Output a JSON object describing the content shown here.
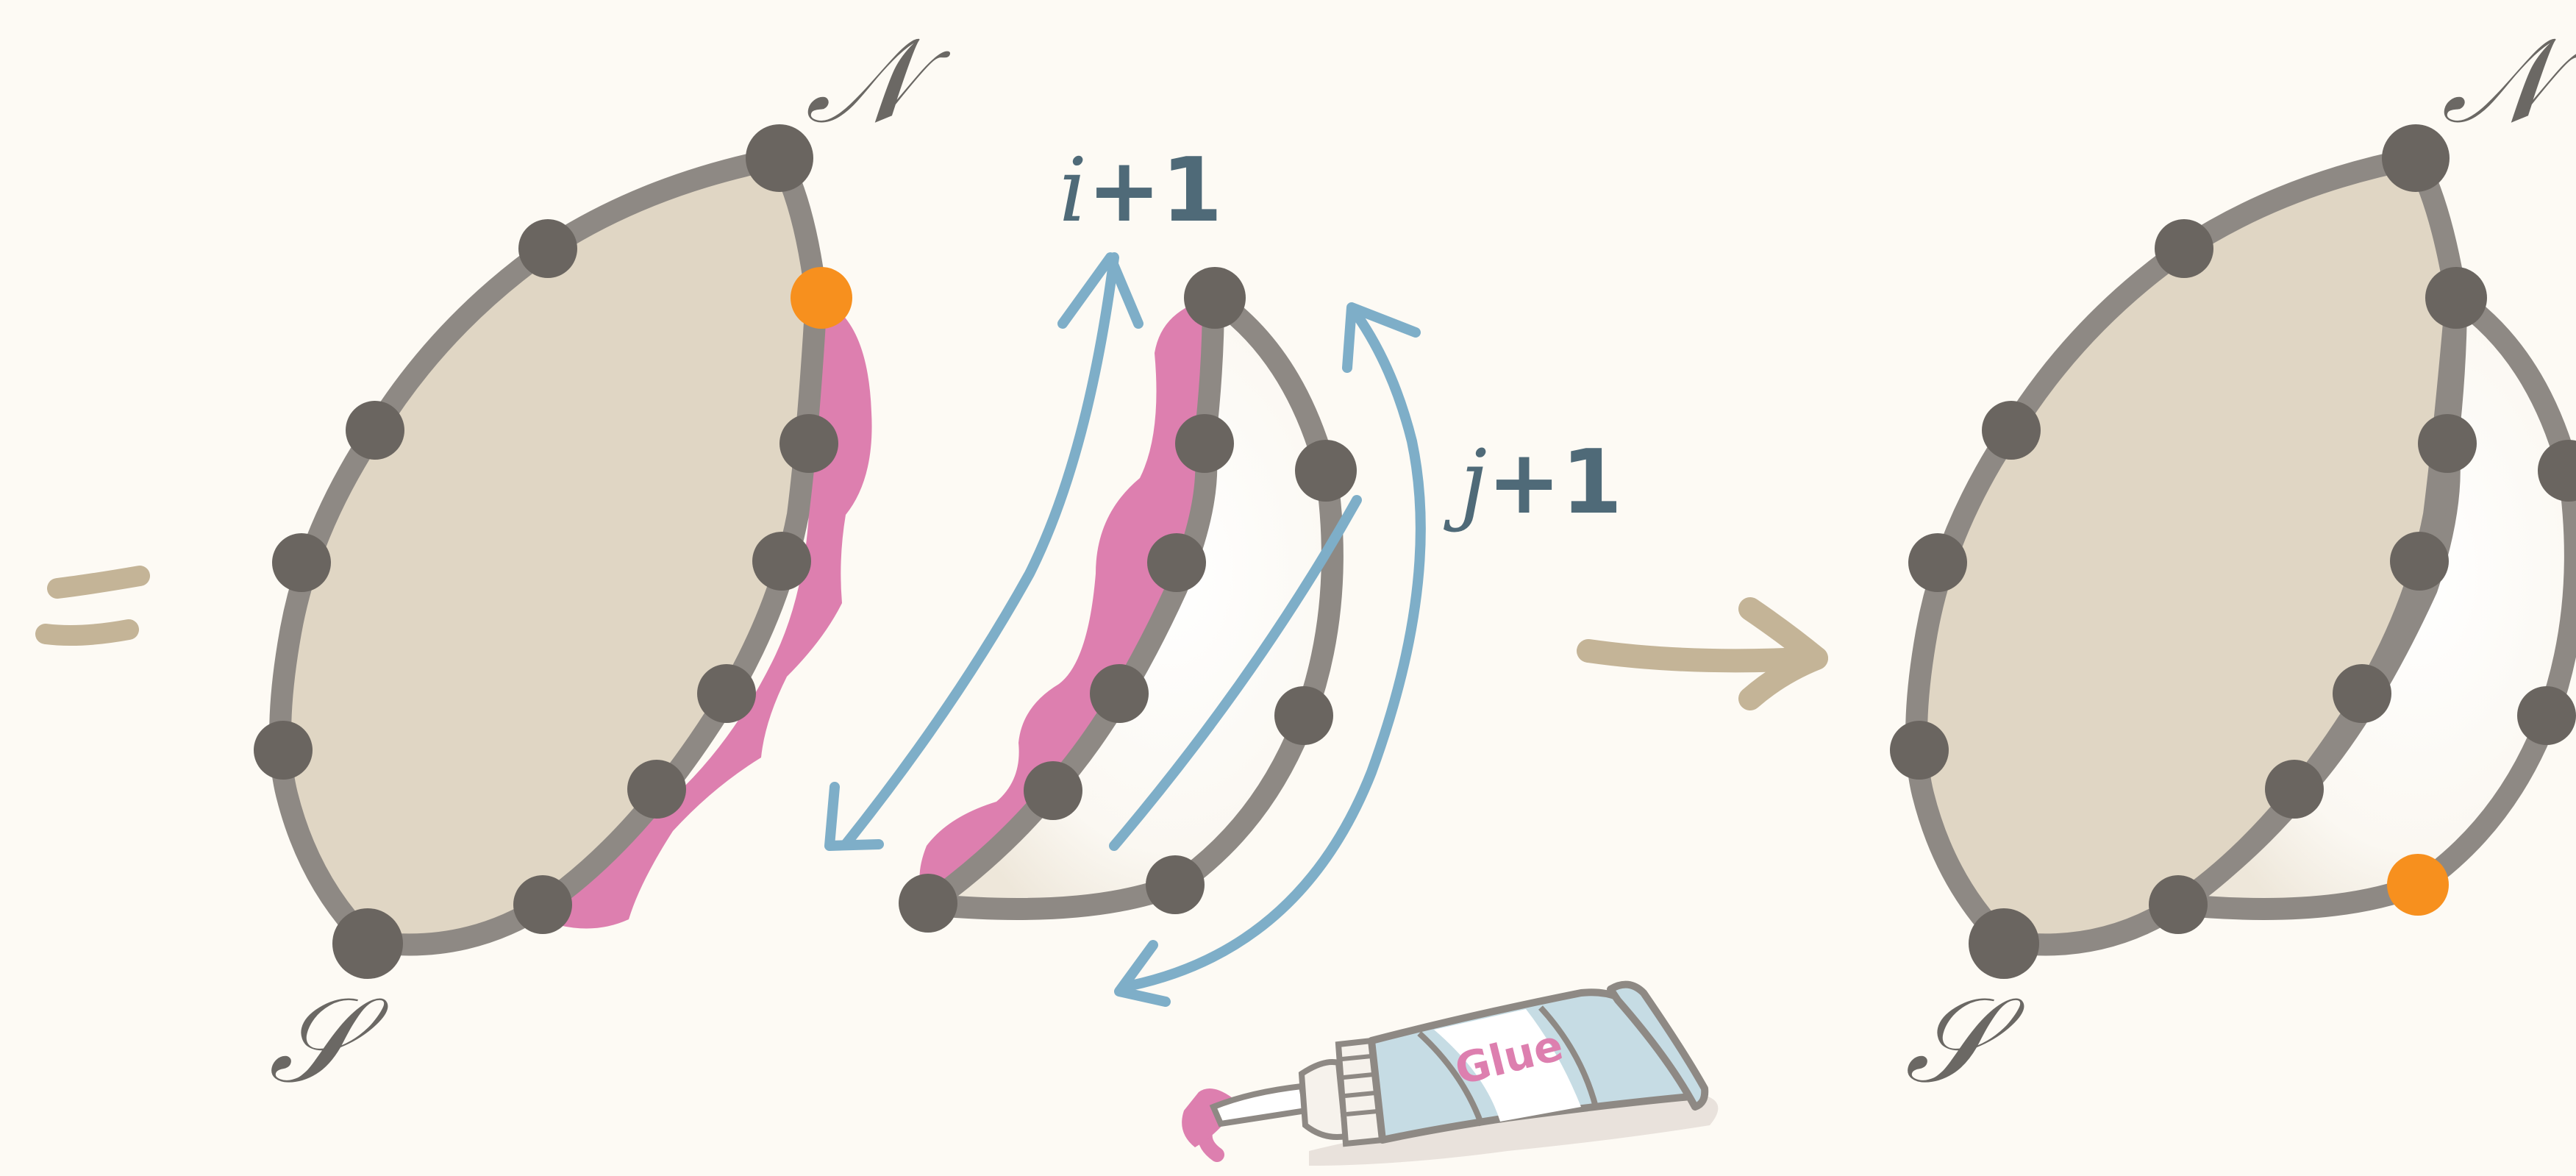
{
  "labels": {
    "north_left": "𝒩",
    "north_right": "𝒩",
    "south_left": "𝒮",
    "south_right": "𝒮",
    "i_symbol": "i",
    "i_plus": "+1",
    "j_symbol": "j",
    "j_plus": "+1",
    "glue": "Glue"
  },
  "colors": {
    "background": "#fdfaf4",
    "polygon_fill": "#e0d6c4",
    "edge": "#8e8984",
    "vertex": "#6a6560",
    "highlight_vertex": "#f7901e",
    "glue": "#dd7faf",
    "arrow_blue": "#7eaec8",
    "arrow_tan": "#c4b497",
    "label_blue": "#4f6a78"
  },
  "icons": {
    "equals": "equals-sign",
    "transition_arrow": "right-arrow",
    "tube": "glue-tube-icon"
  }
}
